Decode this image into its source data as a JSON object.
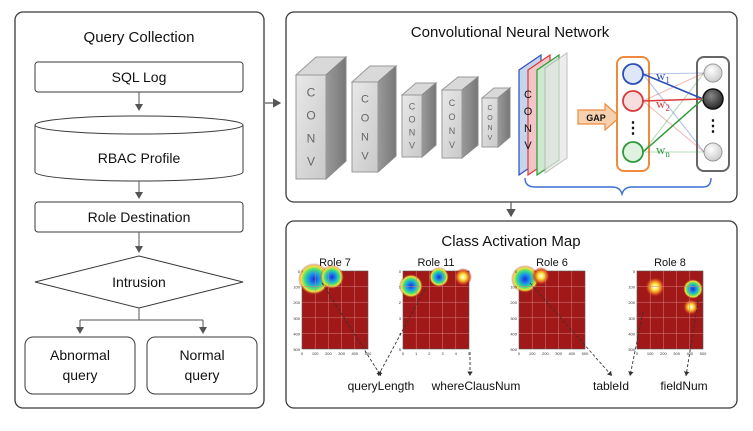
{
  "query_collection": {
    "title": "Query Collection",
    "sql_log": "SQL Log",
    "rbac_profile": "RBAC Profile",
    "role_destination": "Role Destination",
    "intrusion": "Intrusion",
    "abnormal_line1": "Abnormal",
    "abnormal_line2": "query",
    "normal_line1": "Normal",
    "normal_line2": "query"
  },
  "cnn": {
    "title": "Convolutional Neural Network",
    "conv_letters": [
      "C",
      "O",
      "N",
      "V"
    ],
    "gap_label": "GAP",
    "w1": "w",
    "w1_sub": "1",
    "w2": "w",
    "w2_sub": "2",
    "wn": "w",
    "wn_sub": "n"
  },
  "cam": {
    "title": "Class Activation Map",
    "maps": [
      {
        "title": "Role 7",
        "yticks": [
          "0",
          "100",
          "200",
          "300",
          "400",
          "500"
        ],
        "xticks": [
          "0",
          "100",
          "200",
          "300",
          "400",
          "500"
        ]
      },
      {
        "title": "Role 11",
        "yticks": [
          "0",
          "1",
          "2",
          "3",
          "4",
          "5"
        ],
        "xticks": [
          "0",
          "1",
          "2",
          "3",
          "4",
          "5"
        ]
      },
      {
        "title": "Role 6",
        "yticks": [
          "0",
          "100",
          "200",
          "300",
          "400",
          "500"
        ],
        "xticks": [
          "0",
          "100",
          "200",
          "300",
          "400",
          "500"
        ]
      },
      {
        "title": "Role 8",
        "yticks": [
          "0",
          "100",
          "200",
          "300",
          "400",
          "500"
        ],
        "xticks": [
          "0",
          "100",
          "200",
          "300",
          "400",
          "500"
        ]
      }
    ],
    "features": [
      "queryLength",
      "whereClausNum",
      "tableId",
      "fieldNum"
    ]
  },
  "colors": {
    "border": "#3a3a3a",
    "gap": "#f08a3c",
    "node_blue": "#2b4fb8",
    "node_red": "#d93a3a",
    "node_green": "#2f9a3a",
    "heat_bg": "#a01818",
    "bracket": "#3b6fd1"
  }
}
